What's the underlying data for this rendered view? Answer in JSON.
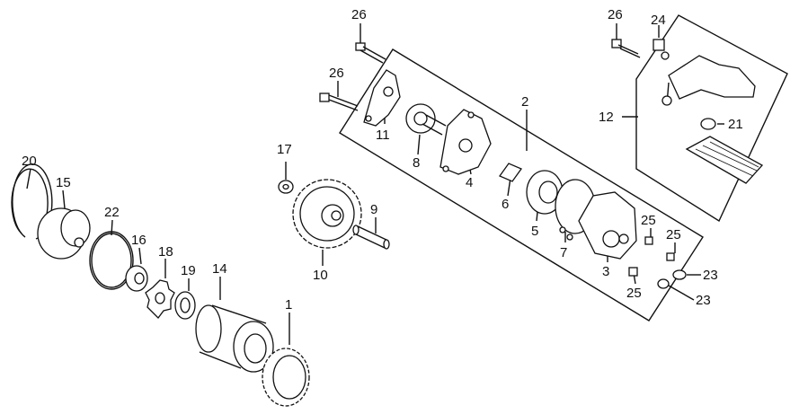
{
  "diagram": {
    "callouts": [
      {
        "id": "c26a",
        "label": "26"
      },
      {
        "id": "c26b",
        "label": "26"
      },
      {
        "id": "c26c",
        "label": "26"
      },
      {
        "id": "c24",
        "label": "24"
      },
      {
        "id": "c2",
        "label": "2"
      },
      {
        "id": "c12",
        "label": "12"
      },
      {
        "id": "c21",
        "label": "21"
      },
      {
        "id": "c11",
        "label": "11"
      },
      {
        "id": "c8",
        "label": "8"
      },
      {
        "id": "c4",
        "label": "4"
      },
      {
        "id": "c17",
        "label": "17"
      },
      {
        "id": "c6",
        "label": "6"
      },
      {
        "id": "c5",
        "label": "5"
      },
      {
        "id": "c7",
        "label": "7"
      },
      {
        "id": "c9",
        "label": "9"
      },
      {
        "id": "c10",
        "label": "10"
      },
      {
        "id": "c3",
        "label": "3"
      },
      {
        "id": "c25a",
        "label": "25"
      },
      {
        "id": "c25b",
        "label": "25"
      },
      {
        "id": "c25c",
        "label": "25"
      },
      {
        "id": "c23a",
        "label": "23"
      },
      {
        "id": "c23b",
        "label": "23"
      },
      {
        "id": "c20",
        "label": "20"
      },
      {
        "id": "c15",
        "label": "15"
      },
      {
        "id": "c22",
        "label": "22"
      },
      {
        "id": "c16",
        "label": "16"
      },
      {
        "id": "c18",
        "label": "18"
      },
      {
        "id": "c19",
        "label": "19"
      },
      {
        "id": "c14",
        "label": "14"
      },
      {
        "id": "c1",
        "label": "1"
      }
    ]
  }
}
